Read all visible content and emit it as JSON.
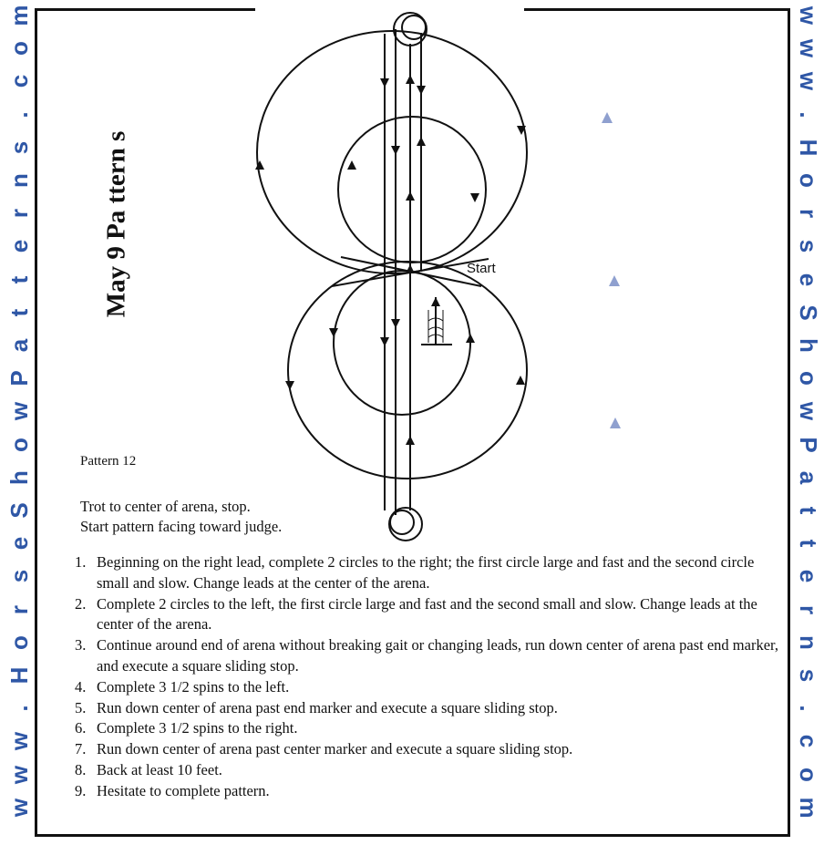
{
  "watermark": {
    "left_chars": [
      "m",
      "o",
      "c",
      ".",
      "s",
      "n",
      "r",
      "e",
      "t",
      "t",
      "a",
      "P",
      "w",
      "o",
      "h",
      "S",
      "e",
      "s",
      "r",
      "o",
      "H",
      ".",
      "w",
      "w",
      "w"
    ],
    "right_chars": [
      "w",
      "w",
      "w",
      ".",
      "H",
      "o",
      "r",
      "s",
      "e",
      "S",
      "h",
      "o",
      "w",
      "P",
      "a",
      "t",
      "t",
      "e",
      "r",
      "n",
      "s",
      ".",
      "c",
      "o",
      "m"
    ],
    "color": "#2f57a6"
  },
  "title": "May 9 Pa ttern s",
  "start_label": "Start",
  "pattern_name": "Pattern 12",
  "intro_lines": [
    "Trot to center of arena, stop.",
    "Start pattern facing toward judge."
  ],
  "steps": [
    {
      "num": "1.",
      "text": "Beginning on the right lead, complete 2 circles to the right; the first circle large and fast and the second circle small and slow.  Change leads at the center of the arena."
    },
    {
      "num": "2.",
      "text": "Complete 2 circles to the left, the first circle large and fast and the second small and slow.  Change leads at the center of the arena."
    },
    {
      "num": "3.",
      "text": "Continue around end of arena without breaking gait or changing leads, run down center of arena past end marker, and execute a square sliding stop."
    },
    {
      "num": "4.",
      "text": "Complete 3 1/2 spins to the left."
    },
    {
      "num": "5.",
      "text": "Run down center of arena past end marker and execute a square sliding stop."
    },
    {
      "num": "6.",
      "text": "Complete 3 1/2 spins to the right."
    },
    {
      "num": "7.",
      "text": "Run down center of arena past center marker and execute a square sliding stop."
    },
    {
      "num": "8.",
      "text": "Back at least 10 feet."
    },
    {
      "num": "9.",
      "text": "Hesitate to complete pattern."
    }
  ],
  "colors": {
    "marker": "#8fa0cf",
    "ink": "#111111"
  }
}
